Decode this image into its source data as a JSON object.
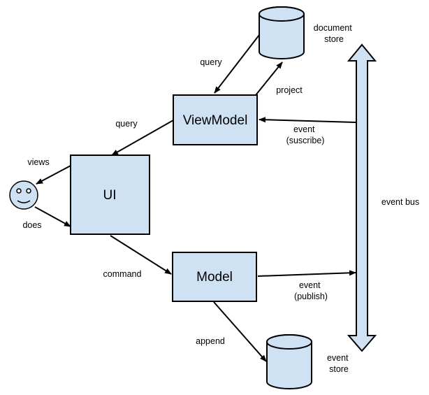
{
  "nodes": {
    "viewmodel": "ViewModel",
    "ui": "UI",
    "model": "Model"
  },
  "stores": {
    "document_store": [
      "document",
      "store"
    ],
    "event_store": [
      "event",
      "store"
    ]
  },
  "labels": {
    "query_top": "query",
    "project": "project",
    "query_left": "query",
    "views": "views",
    "does": "does",
    "command": "command",
    "append": "append",
    "event_subscribe": [
      "event",
      "(suscribe)"
    ],
    "event_publish": [
      "event",
      "(publish)"
    ],
    "event_bus": "event bus"
  },
  "icons": {
    "user": "smiley-face-icon"
  },
  "colors": {
    "fill": "#cfe2f3",
    "stroke": "#000000"
  }
}
